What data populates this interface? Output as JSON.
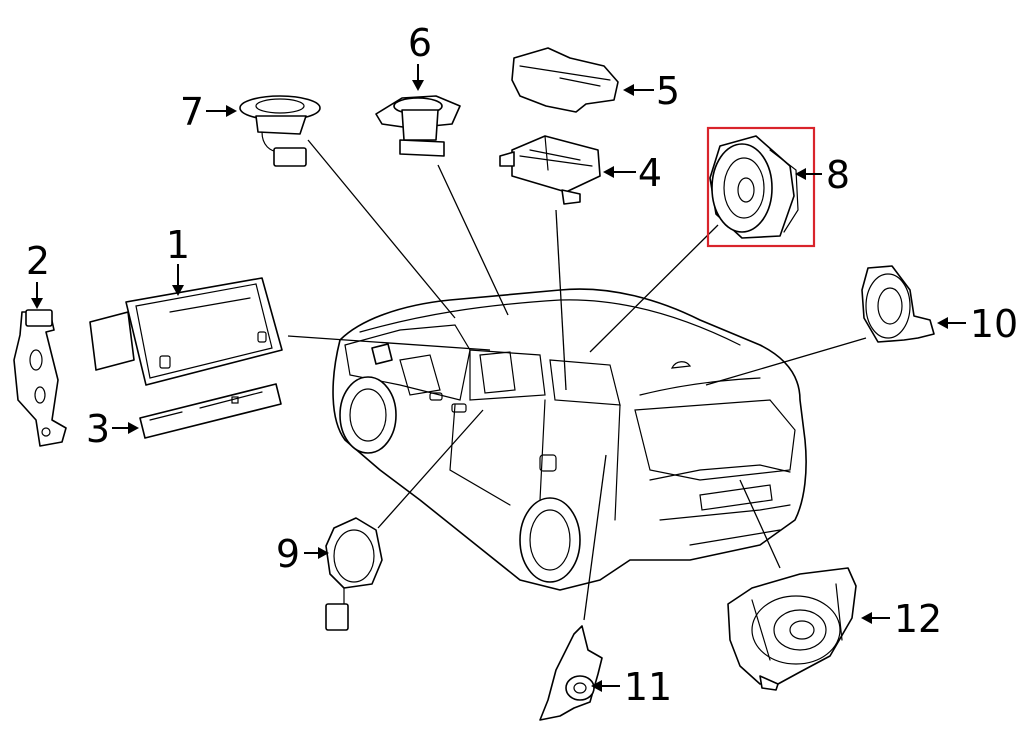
{
  "callouts": [
    {
      "id": "1",
      "label": "1"
    },
    {
      "id": "2",
      "label": "2"
    },
    {
      "id": "3",
      "label": "3"
    },
    {
      "id": "4",
      "label": "4"
    },
    {
      "id": "5",
      "label": "5"
    },
    {
      "id": "6",
      "label": "6"
    },
    {
      "id": "7",
      "label": "7"
    },
    {
      "id": "8",
      "label": "8"
    },
    {
      "id": "9",
      "label": "9"
    },
    {
      "id": "10",
      "label": "10"
    },
    {
      "id": "11",
      "label": "11"
    },
    {
      "id": "12",
      "label": "12"
    }
  ],
  "highlight": {
    "part": "8",
    "color": "#d9242b"
  },
  "line_color": "#000000",
  "background": "#ffffff"
}
